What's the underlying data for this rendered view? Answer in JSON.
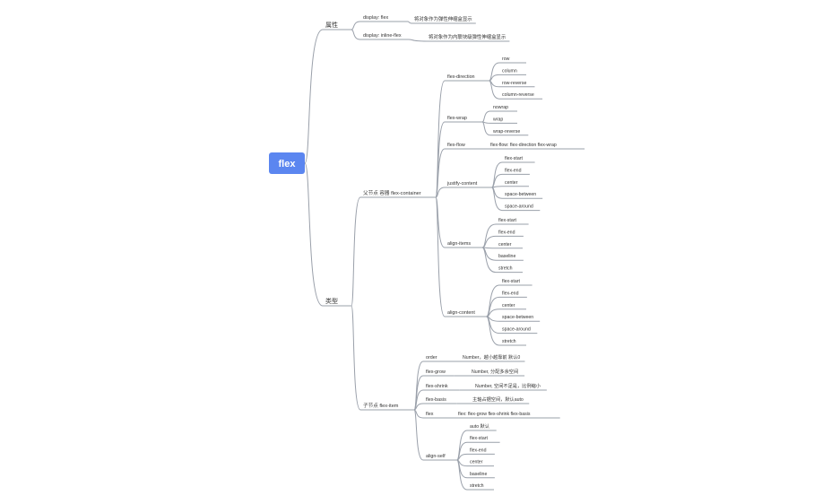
{
  "colors": {
    "root_fill": "#5b86f0",
    "root_text": "#ffffff",
    "line": "#9aa0aa",
    "text": "#333333"
  },
  "root": {
    "label": "flex"
  },
  "branches": {
    "attributes": {
      "label": "属性",
      "items": [
        {
          "label": "display: flex",
          "desc": "将对象作为弹性伸缩盒显示"
        },
        {
          "label": "display: inline-flex",
          "desc": "将对象作为内联块级弹性伸缩盒显示"
        }
      ]
    },
    "types": {
      "label": "类型",
      "container": {
        "label": "父节点 容器 flex-container",
        "props": [
          {
            "label": "flex-direction",
            "values": [
              "row",
              "column",
              "row-reverse",
              "column-reverse"
            ]
          },
          {
            "label": "flex-wrap",
            "values": [
              "nowrap",
              "wrap",
              "wrap-reverse"
            ]
          },
          {
            "label": "flex-flow",
            "desc": "flex-flow: flex-direction flex-wrap"
          },
          {
            "label": "justify-content",
            "values": [
              "flex-start",
              "flex-end",
              "center",
              "space-between",
              "space-around"
            ]
          },
          {
            "label": "align-items",
            "values": [
              "flex-start",
              "flex-end",
              "center",
              "baseline",
              "stretch"
            ]
          },
          {
            "label": "align-content",
            "values": [
              "flex-start",
              "flex-end",
              "center",
              "space-between",
              "space-around",
              "stretch"
            ]
          }
        ]
      },
      "item": {
        "label": "子节点 flex-item",
        "props": [
          {
            "label": "order",
            "desc": "Number，越小越靠前 默认0"
          },
          {
            "label": "flex-grow",
            "desc": "Number, 分配多余空间"
          },
          {
            "label": "flex-shrink",
            "desc": "Number, 空间不足是，比例缩小"
          },
          {
            "label": "flex-basis",
            "desc": "主轴占据空间，默认auto"
          },
          {
            "label": "flex",
            "desc": "flex: flex-grow flex-shrink flex-basis"
          },
          {
            "label": "align-self",
            "values": [
              "auto 默认",
              "flex-start",
              "flex-end",
              "center",
              "baseline",
              "stretch"
            ]
          }
        ]
      }
    }
  }
}
